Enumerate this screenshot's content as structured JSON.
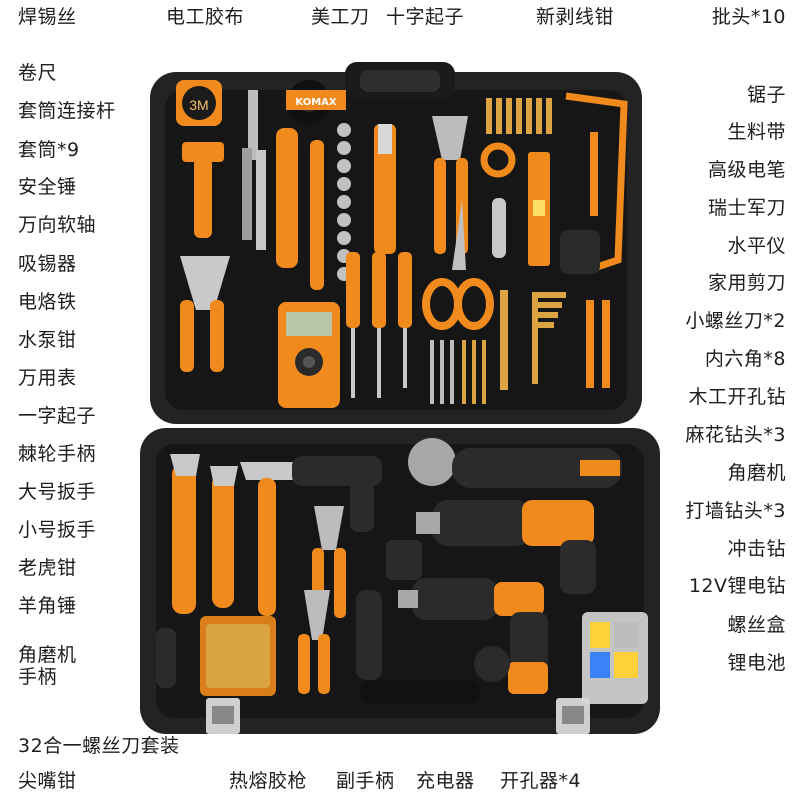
{
  "brand": {
    "name": "KOMAX",
    "tape_label": "3M"
  },
  "colors": {
    "case": "#1f1f1f",
    "accent": "#f08a1c",
    "metal": "#b8b8b8",
    "bit": "#d9a441"
  },
  "labels": {
    "top": [
      "焊锡丝",
      "电工胶布",
      "美工刀",
      "十字起子",
      "新剥线钳",
      "批头*10"
    ],
    "left": [
      "卷尺",
      "套筒连接杆",
      "套筒*9",
      "安全锤",
      "万向软轴",
      "吸锡器",
      "电烙铁",
      "水泵钳",
      "万用表",
      "一字起子",
      "棘轮手柄",
      "大号扳手",
      "小号扳手",
      "老虎钳",
      "羊角锤",
      "角磨机\n手柄",
      "32合一螺丝刀套装",
      "尖嘴钳"
    ],
    "right": [
      "锯子",
      "生料带",
      "高级电笔",
      "瑞士军刀",
      "水平仪",
      "家用剪刀",
      "小螺丝刀*2",
      "内六角*8",
      "木工开孔钻",
      "麻花钻头*3",
      "角磨机",
      "打墙钻头*3",
      "冲击钻",
      "12V锂电钻",
      "螺丝盒",
      "锂电池"
    ],
    "bottom": [
      "热熔胶枪",
      "副手柄",
      "充电器",
      "开孔器*4"
    ]
  }
}
